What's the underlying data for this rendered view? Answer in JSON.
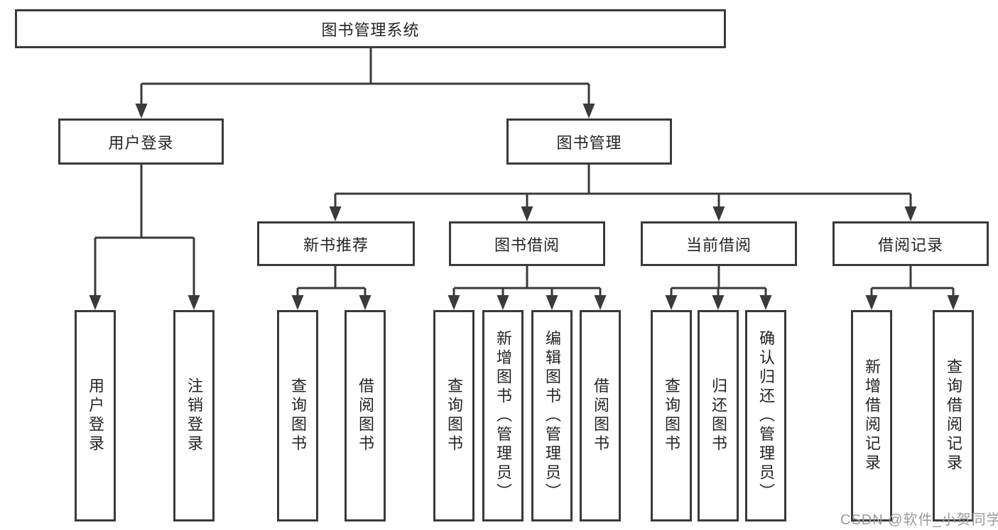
{
  "tree": {
    "root": {
      "label": "图书管理系统",
      "children": [
        {
          "label": "用户登录",
          "children": [
            {
              "label": "用户登录"
            },
            {
              "label": "注销登录"
            }
          ]
        },
        {
          "label": "图书管理",
          "children": [
            {
              "label": "新书推荐",
              "children": [
                {
                  "label": "查询图书"
                },
                {
                  "label": "借阅图书"
                }
              ]
            },
            {
              "label": "图书借阅",
              "children": [
                {
                  "label": "查询图书"
                },
                {
                  "label": "新增图书（管理员）"
                },
                {
                  "label": "编辑图书（管理员）"
                },
                {
                  "label": "借阅图书"
                }
              ]
            },
            {
              "label": "当前借阅",
              "children": [
                {
                  "label": "查询图书"
                },
                {
                  "label": "归还图书"
                },
                {
                  "label": "确认归还（管理员）"
                }
              ]
            },
            {
              "label": "借阅记录",
              "children": [
                {
                  "label": "新增借阅记录"
                },
                {
                  "label": "查询借阅记录"
                }
              ]
            }
          ]
        }
      ]
    }
  },
  "watermark": {
    "text": "CSDN @软件_小贺同学"
  },
  "style": {
    "line_color": "#3a3a3a",
    "box_border_color": "#3a3a3a",
    "text_color": "#242424",
    "watermark_color": "#9b9b9b",
    "background_color": "#ffffff"
  }
}
